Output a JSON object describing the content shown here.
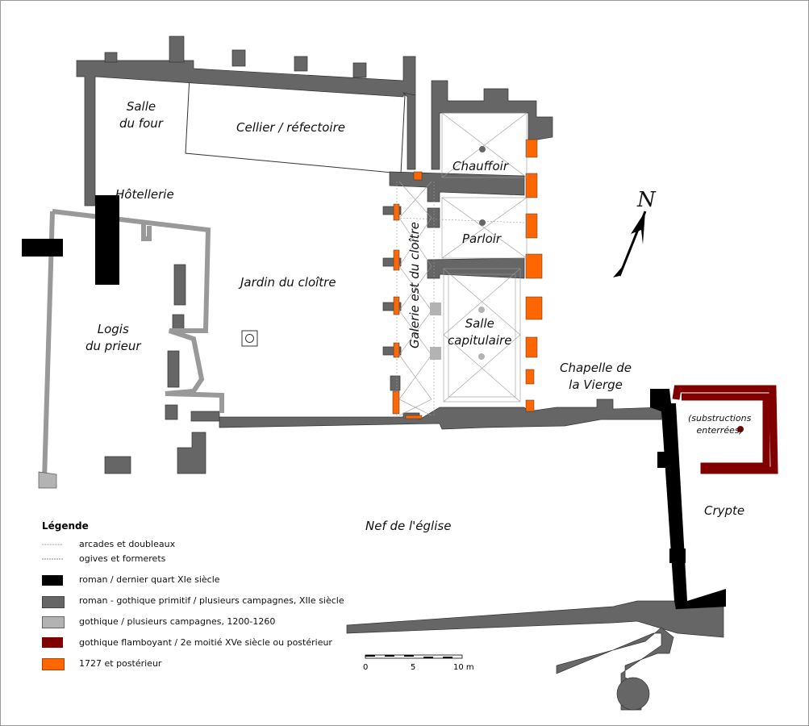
{
  "rooms": {
    "salle_du_four": [
      "Salle",
      "du four"
    ],
    "cellier": "Cellier / réfectoire",
    "hotellerie": "Hôtellerie",
    "logis": [
      "Logis",
      "du prieur"
    ],
    "jardin": "Jardin du cloître",
    "galerie": "Galerie est du cloître",
    "chauffoir": "Chauffoir",
    "parloir": "Parloir",
    "salle_capitulaire": [
      "Salle",
      "capitulaire"
    ],
    "chapelle": [
      "Chapelle de",
      "la Vierge"
    ],
    "substructions": [
      "(substructions",
      "enterrées)"
    ],
    "crypte": "Crypte",
    "nef": "Nef de l'église"
  },
  "north": "N",
  "legend": {
    "title": "Légende",
    "items": [
      {
        "label": "arcades et doubleaux",
        "kind": "line"
      },
      {
        "label": "ogives et formerets",
        "kind": "line"
      },
      {
        "label": "roman / dernier quart XIe siècle",
        "color": "#000000"
      },
      {
        "label": "roman - gothique primitif / plusieurs campagnes, XIIe siècle",
        "color": "#666666"
      },
      {
        "label": "gothique / plusieurs campagnes, 1200-1260",
        "color": "#b3b3b3"
      },
      {
        "label": "gothique flamboyant / 2e moitié XVe siècle ou postérieur",
        "color": "#800000"
      },
      {
        "label": "1727 et postérieur",
        "color": "#ff6600"
      }
    ]
  },
  "scale": {
    "ticks": [
      "0",
      "5",
      "10 m"
    ]
  }
}
